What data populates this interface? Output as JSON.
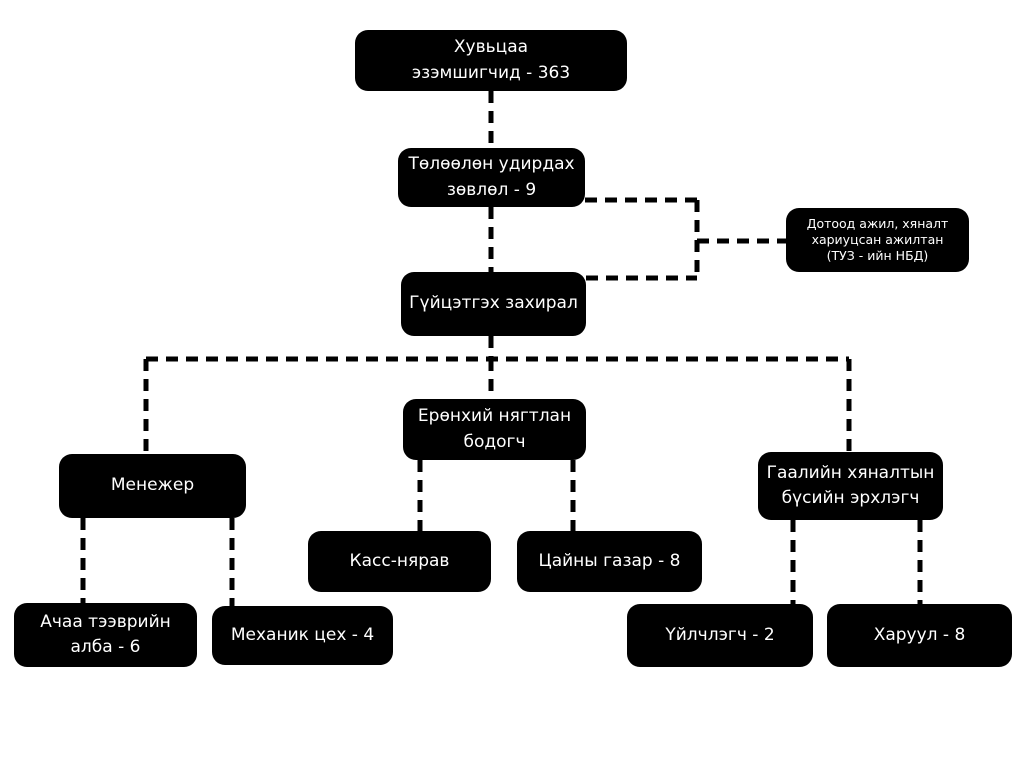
{
  "diagram": {
    "type": "org-chart",
    "colors": {
      "node_background": "#000000",
      "node_text": "#ffffff",
      "connector": "#000000",
      "page_background": "#ffffff"
    },
    "nodes": {
      "shareholders": {
        "label": "Хувьцаа\nэзэмшигчид - 363"
      },
      "board": {
        "label": "Төлөөлөн удирдах\nзөвлөл - 9"
      },
      "internal_control": {
        "label": "Дотоод ажил, хяналт\nхариуцсан ажилтан\n(ТУЗ - ийн НБД)"
      },
      "exec_director": {
        "label": "Гүйцэтгэх захирал"
      },
      "chief_accountant": {
        "label": "Ерөнхий нягтлан\nбодогч"
      },
      "manager": {
        "label": "Менежер"
      },
      "customs_head": {
        "label": "Гаалийн хяналтын\nбүсийн эрхлэгч"
      },
      "cashier": {
        "label": "Касс-нярав"
      },
      "canteen": {
        "label": "Цайны газар - 8"
      },
      "freight": {
        "label": "Ачаа тээврийн\nалба - 6"
      },
      "mechanic": {
        "label": "Механик цех - 4"
      },
      "cleaner": {
        "label": "Үйлчлэгч - 2"
      },
      "guard": {
        "label": "Харуул - 8"
      }
    }
  }
}
